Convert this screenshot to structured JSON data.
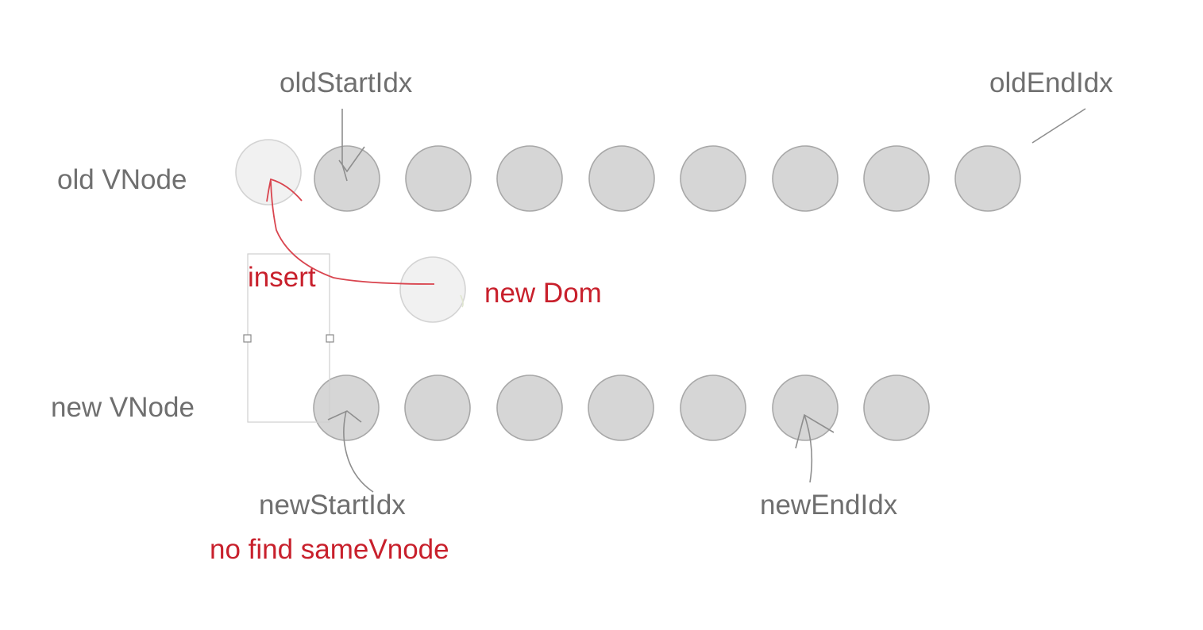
{
  "rows": {
    "old_label": "old VNode",
    "new_label": "new VNode"
  },
  "pointers": {
    "old_start": "oldStartIdx",
    "old_end": "oldEndIdx",
    "new_start": "newStartIdx",
    "new_end": "newEndIdx"
  },
  "annotations": {
    "insert": "insert",
    "new_dom": "new Dom",
    "no_find": "no find sameVnode"
  },
  "colors": {
    "node_fill": "#d6d6d6",
    "ghost_fill": "#f1f1f1",
    "label_gray": "#6f6f6f",
    "accent_red": "#c8202c"
  }
}
